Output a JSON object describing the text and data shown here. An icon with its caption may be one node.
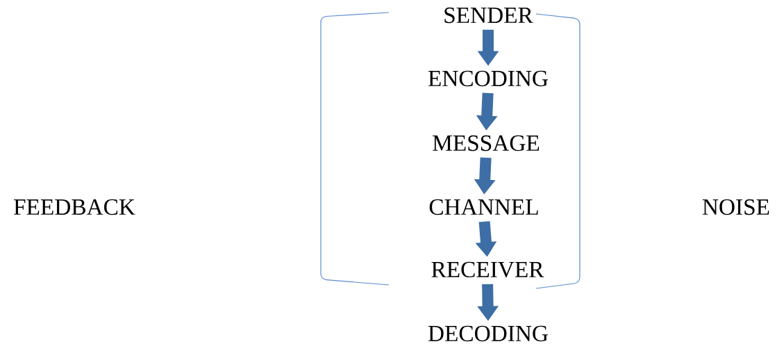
{
  "diagram": {
    "nodes": [
      {
        "text": [
          "SENDER"
        ]
      },
      {
        "text": [
          "ENCODING"
        ]
      },
      {
        "text": [
          "MESSAGE"
        ]
      },
      {
        "text": [
          "CHANNEL"
        ]
      },
      {
        "text": [
          "RECEIVER"
        ]
      },
      {
        "text": [
          "DECODING"
        ]
      }
    ],
    "edges": [
      {
        "from": 0,
        "to": 1,
        "arrow": "to"
      },
      {
        "from": 1,
        "to": 2,
        "arrow": "to"
      },
      {
        "from": 2,
        "to": 3,
        "arrow": "to"
      },
      {
        "from": 3,
        "to": 4,
        "arrow": "to"
      },
      {
        "from": 4,
        "to": 5,
        "arrow": "to"
      }
    ],
    "labels": [
      "FEEDBACK",
      "NOISE"
    ]
  }
}
